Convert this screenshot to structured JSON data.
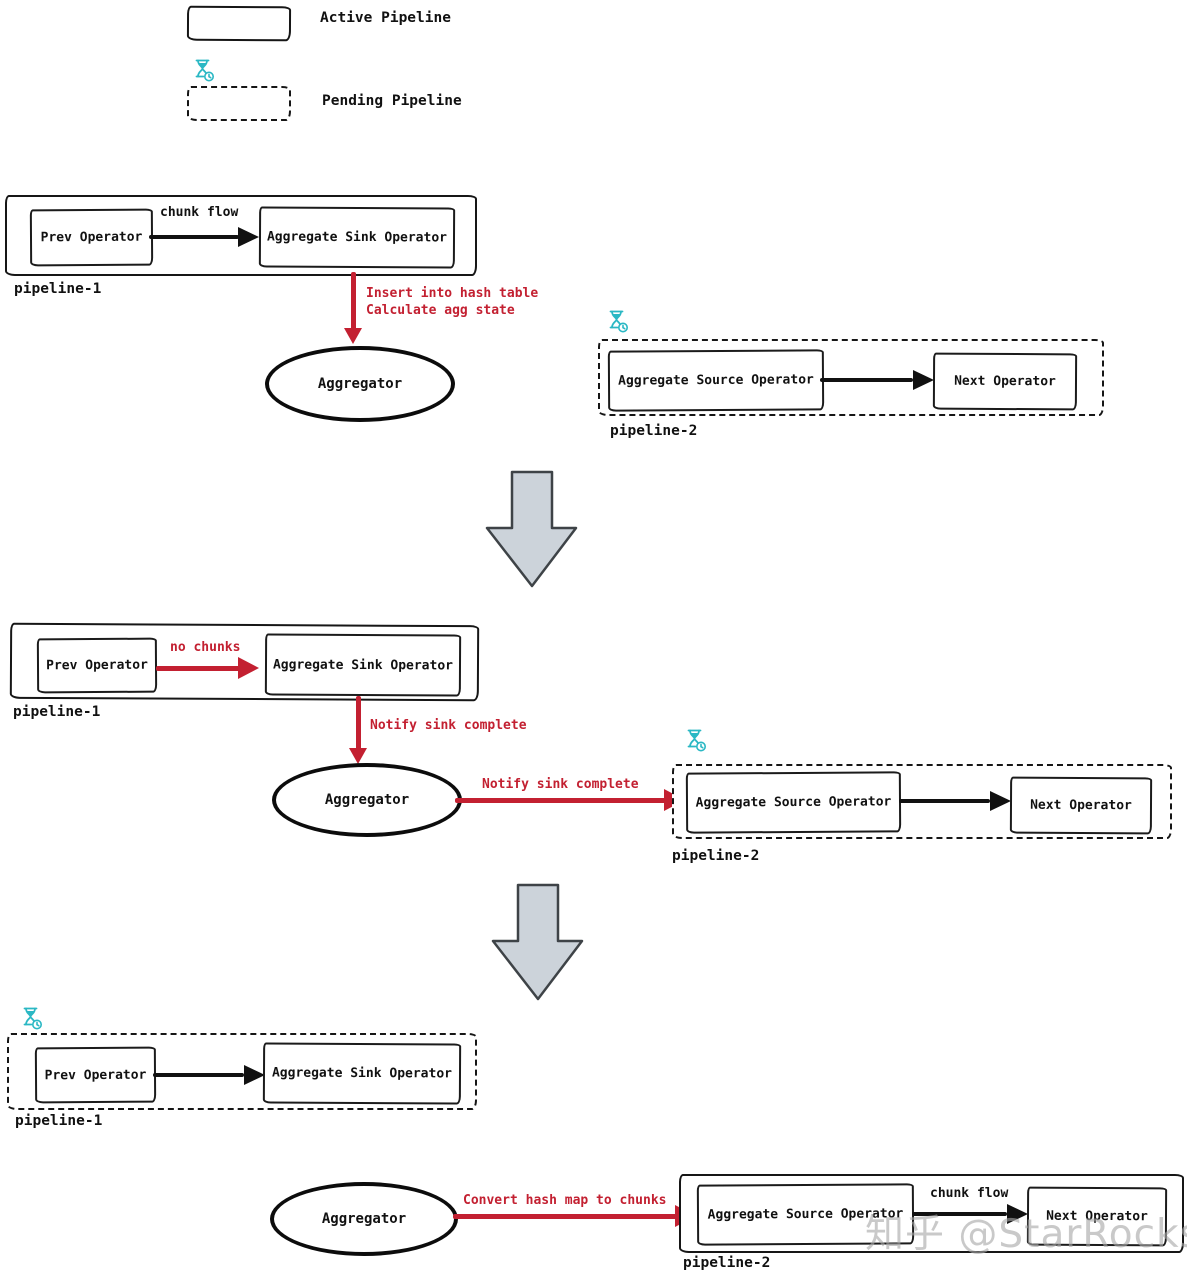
{
  "legend": {
    "active_label": "Active Pipeline",
    "pending_label": "Pending Pipeline"
  },
  "stages": [
    {
      "pipeline1": {
        "name": "pipeline-1",
        "prev": "Prev Operator",
        "sink": "Aggregate Sink Operator",
        "arrow_label": "chunk flow"
      },
      "down_arrow_label_1": "Insert into hash table",
      "down_arrow_label_2": "Calculate agg state",
      "aggregator": "Aggregator",
      "pipeline2": {
        "name": "pipeline-2",
        "source": "Aggregate Source Operator",
        "next": "Next Operator"
      }
    },
    {
      "pipeline1": {
        "name": "pipeline-1",
        "prev": "Prev Operator",
        "sink": "Aggregate Sink Operator",
        "arrow_label": "no chunks"
      },
      "down_arrow_label": "Notify sink complete",
      "aggregator": "Aggregator",
      "right_arrow_label": "Notify sink complete",
      "pipeline2": {
        "name": "pipeline-2",
        "source": "Aggregate Source Operator",
        "next": "Next Operator"
      }
    },
    {
      "pipeline1": {
        "name": "pipeline-1",
        "prev": "Prev Operator",
        "sink": "Aggregate Sink Operator"
      },
      "aggregator": "Aggregator",
      "right_arrow_label": "Convert hash map to chunks",
      "pipeline2": {
        "name": "pipeline-2",
        "source": "Aggregate Source Operator",
        "next": "Next Operator",
        "arrow_label": "chunk flow"
      }
    }
  ],
  "watermark": "知乎 @StarRocks",
  "colors": {
    "annotation_red": "#c32031",
    "pending_teal": "#2bb8c4",
    "stage_arrow_fill": "#ccd3da",
    "stage_arrow_stroke": "#3e4347",
    "line_black": "#111111"
  }
}
